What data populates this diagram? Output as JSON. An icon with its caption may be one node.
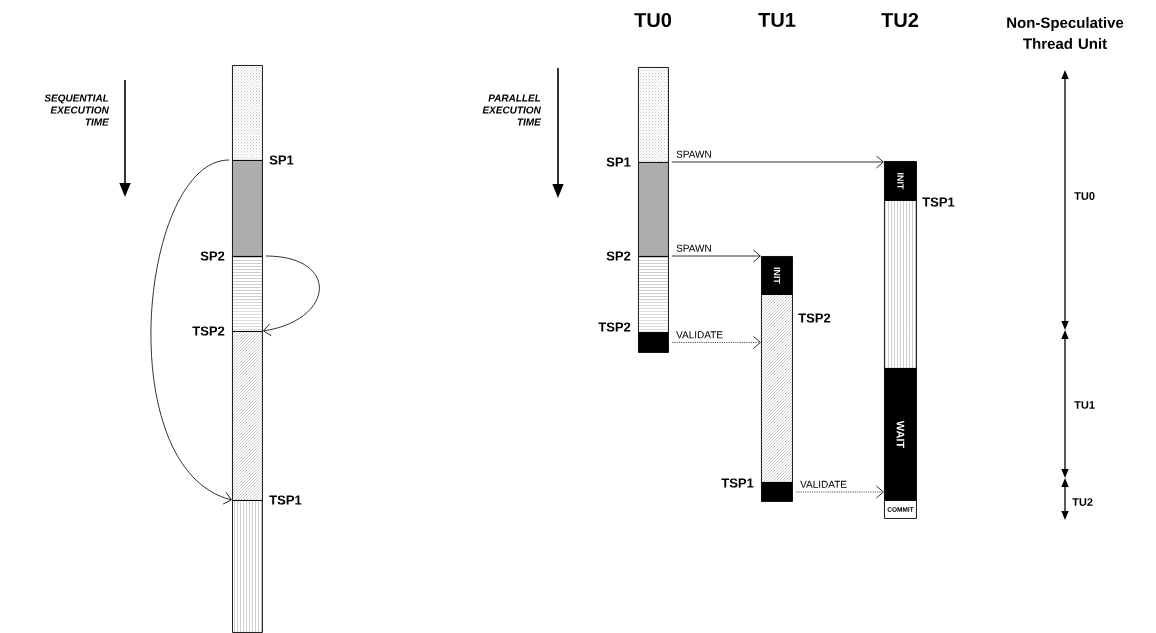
{
  "diagram": {
    "nodes": [
      {
        "text": [],
        "shape": "box"
      },
      {
        "text": [],
        "shape": "box"
      },
      {
        "text": [],
        "shape": "box"
      },
      {
        "text": [],
        "shape": "box"
      },
      {
        "text": [],
        "shape": "box"
      },
      {
        "text": [],
        "shape": "box"
      },
      {
        "text": [],
        "shape": "box"
      },
      {
        "text": [],
        "shape": "box"
      },
      {
        "text": [],
        "shape": "box"
      },
      {
        "text": [
          "INIT"
        ]
      },
      {
        "text": [],
        "shape": "box"
      },
      {
        "text": [],
        "shape": "box"
      },
      {
        "text": [
          "INIT"
        ]
      },
      {
        "text": [],
        "shape": "box"
      },
      {
        "text": [
          "WAIT"
        ]
      },
      {
        "text": [
          "COMMIT"
        ]
      }
    ],
    "edges": [
      {
        "from": 1,
        "to": 4,
        "arrow": "to"
      },
      {
        "from": 2,
        "to": 3,
        "arrow": "to"
      },
      {
        "from": 6,
        "to": 12,
        "arrow": "to",
        "label": "SPAWN"
      },
      {
        "from": 7,
        "to": 9,
        "arrow": "to",
        "label": "SPAWN"
      },
      {
        "from": 8,
        "to": 10,
        "arrow": "to",
        "label": "VALIDATE",
        "style": "dashed"
      },
      {
        "from": 11,
        "to": 14,
        "arrow": "to",
        "label": "VALIDATE",
        "style": "dashed"
      }
    ],
    "labels": [
      "TU0",
      "TU1",
      "TU2",
      "Non-Speculative Thread Unit",
      "SEQUENTIAL EXECUTION TIME",
      "PARALLEL EXECUTION TIME",
      "SP1",
      "SP1",
      "TU0",
      "TSP1",
      "SP2",
      "SP2",
      "TSP2",
      "TSP2",
      "TSP2",
      "TU1",
      "TSP1",
      "TSP1",
      "TU2"
    ]
  }
}
